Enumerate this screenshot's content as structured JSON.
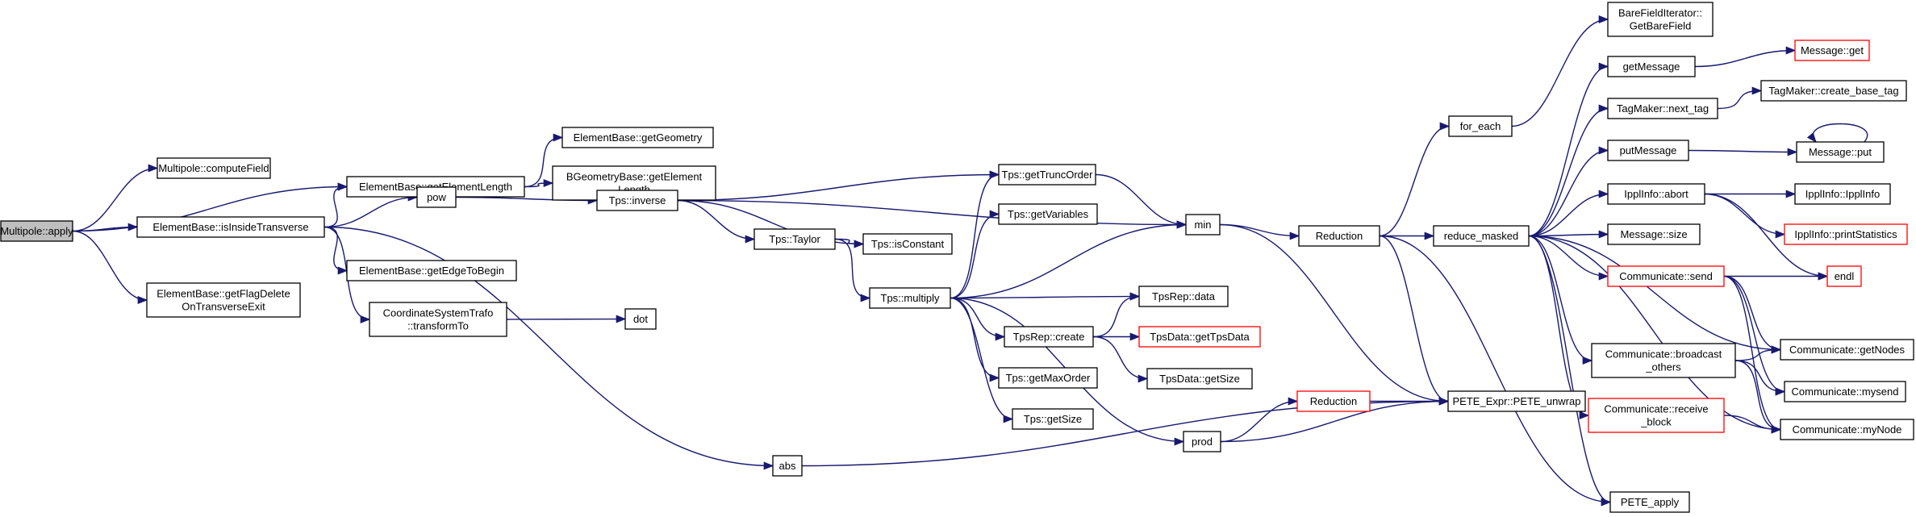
{
  "colors": {
    "edge": "#191970",
    "root_fill": "#bfbfbf",
    "truncated_border": "#ff0000",
    "node_border": "#000000"
  },
  "nodes": [
    {
      "id": "mp_apply",
      "lines": [
        "Multipole::apply"
      ],
      "style": "root"
    },
    {
      "id": "mp_compute",
      "lines": [
        "Multipole::computeField"
      ]
    },
    {
      "id": "eb_getLength",
      "lines": [
        "ElementBase::getElementLength"
      ]
    },
    {
      "id": "eb_inside",
      "lines": [
        "ElementBase::isInsideTransverse"
      ]
    },
    {
      "id": "eb_flag",
      "lines": [
        "ElementBase::getFlagDelete",
        "OnTransverseExit"
      ]
    },
    {
      "id": "eb_geom",
      "lines": [
        "ElementBase::getGeometry"
      ]
    },
    {
      "id": "bgeom_len",
      "lines": [
        "BGeometryBase::getElement",
        "Length"
      ]
    },
    {
      "id": "pow",
      "lines": [
        "pow"
      ]
    },
    {
      "id": "eb_edge",
      "lines": [
        "ElementBase::getEdgeToBegin"
      ]
    },
    {
      "id": "cst",
      "lines": [
        "CoordinateSystemTrafo",
        "::transformTo"
      ]
    },
    {
      "id": "dot",
      "lines": [
        "dot"
      ]
    },
    {
      "id": "abs",
      "lines": [
        "abs"
      ]
    },
    {
      "id": "tps_inverse",
      "lines": [
        "Tps::inverse"
      ]
    },
    {
      "id": "tps_taylor",
      "lines": [
        "Tps::Taylor"
      ]
    },
    {
      "id": "tps_multiply",
      "lines": [
        "Tps::multiply"
      ]
    },
    {
      "id": "tps_trunc",
      "lines": [
        "Tps::getTruncOrder"
      ]
    },
    {
      "id": "tps_vars",
      "lines": [
        "Tps::getVariables"
      ]
    },
    {
      "id": "tps_const",
      "lines": [
        "Tps::isConstant"
      ]
    },
    {
      "id": "tpsrep_create",
      "lines": [
        "TpsRep::create"
      ]
    },
    {
      "id": "tps_maxorder",
      "lines": [
        "Tps::getMaxOrder"
      ]
    },
    {
      "id": "tps_size",
      "lines": [
        "Tps::getSize"
      ]
    },
    {
      "id": "min",
      "lines": [
        "min"
      ]
    },
    {
      "id": "tpsrep_data",
      "lines": [
        "TpsRep::data"
      ]
    },
    {
      "id": "tpsdata_get",
      "lines": [
        "TpsData::getTpsData"
      ],
      "style": "trunc"
    },
    {
      "id": "tpsdata_size",
      "lines": [
        "TpsData::getSize"
      ]
    },
    {
      "id": "prod",
      "lines": [
        "prod"
      ]
    },
    {
      "id": "reduction1",
      "lines": [
        "Reduction"
      ]
    },
    {
      "id": "reduction2",
      "lines": [
        "Reduction"
      ],
      "style": "trunc"
    },
    {
      "id": "pete_unwrap",
      "lines": [
        "PETE_Expr::PETE_unwrap"
      ]
    },
    {
      "id": "for_each",
      "lines": [
        "for_each"
      ]
    },
    {
      "id": "reduce_masked",
      "lines": [
        "reduce_masked"
      ]
    },
    {
      "id": "bfi",
      "lines": [
        "BareFieldIterator::",
        "GetBareField"
      ]
    },
    {
      "id": "getMessage",
      "lines": [
        "getMessage"
      ]
    },
    {
      "id": "tag_next",
      "lines": [
        "TagMaker::next_tag"
      ]
    },
    {
      "id": "putMessage",
      "lines": [
        "putMessage"
      ]
    },
    {
      "id": "ippl_abort",
      "lines": [
        "IpplInfo::abort"
      ]
    },
    {
      "id": "msg_size",
      "lines": [
        "Message::size"
      ]
    },
    {
      "id": "comm_send",
      "lines": [
        "Communicate::send"
      ],
      "style": "trunc"
    },
    {
      "id": "comm_bcast",
      "lines": [
        "Communicate::broadcast",
        "_others"
      ]
    },
    {
      "id": "comm_recv",
      "lines": [
        "Communicate::receive",
        "_block"
      ],
      "style": "trunc"
    },
    {
      "id": "pete_apply",
      "lines": [
        "PETE_apply"
      ]
    },
    {
      "id": "msg_get",
      "lines": [
        "Message::get"
      ],
      "style": "trunc"
    },
    {
      "id": "tag_base",
      "lines": [
        "TagMaker::create_base_tag"
      ]
    },
    {
      "id": "msg_put",
      "lines": [
        "Message::put"
      ]
    },
    {
      "id": "ippl_info",
      "lines": [
        "IpplInfo::IpplInfo"
      ]
    },
    {
      "id": "ippl_stats",
      "lines": [
        "IpplInfo::printStatistics"
      ],
      "style": "trunc"
    },
    {
      "id": "endl",
      "lines": [
        "endl"
      ],
      "style": "trunc"
    },
    {
      "id": "comm_nodes",
      "lines": [
        "Communicate::getNodes"
      ]
    },
    {
      "id": "comm_mysend",
      "lines": [
        "Communicate::mysend"
      ]
    },
    {
      "id": "comm_mynode",
      "lines": [
        "Communicate::myNode"
      ]
    }
  ],
  "edges": [
    [
      "mp_apply",
      "mp_compute"
    ],
    [
      "mp_apply",
      "eb_getLength"
    ],
    [
      "mp_apply",
      "eb_inside"
    ],
    [
      "mp_apply",
      "eb_flag"
    ],
    [
      "eb_inside",
      "eb_getLength"
    ],
    [
      "eb_inside",
      "pow"
    ],
    [
      "eb_inside",
      "eb_edge"
    ],
    [
      "eb_inside",
      "cst"
    ],
    [
      "eb_inside",
      "abs"
    ],
    [
      "eb_getLength",
      "eb_geom"
    ],
    [
      "eb_getLength",
      "bgeom_len"
    ],
    [
      "pow",
      "tps_inverse"
    ],
    [
      "cst",
      "dot"
    ],
    [
      "abs",
      "pete_unwrap"
    ],
    [
      "tps_inverse",
      "min"
    ],
    [
      "tps_inverse",
      "tps_trunc"
    ],
    [
      "tps_inverse",
      "tps_const"
    ],
    [
      "tps_inverse",
      "tps_taylor"
    ],
    [
      "tps_taylor",
      "tps_const"
    ],
    [
      "tps_taylor",
      "tps_multiply"
    ],
    [
      "tps_multiply",
      "tps_trunc"
    ],
    [
      "tps_multiply",
      "tps_vars"
    ],
    [
      "tps_multiply",
      "min"
    ],
    [
      "tps_multiply",
      "tpsrep_data"
    ],
    [
      "tps_multiply",
      "tpsrep_create"
    ],
    [
      "tps_multiply",
      "tps_maxorder"
    ],
    [
      "tps_multiply",
      "tps_size"
    ],
    [
      "tps_multiply",
      "prod"
    ],
    [
      "tps_trunc",
      "min"
    ],
    [
      "tpsrep_create",
      "tpsrep_data"
    ],
    [
      "tpsrep_create",
      "tpsdata_get"
    ],
    [
      "tpsrep_create",
      "tpsdata_size"
    ],
    [
      "min",
      "reduction1"
    ],
    [
      "min",
      "pete_unwrap"
    ],
    [
      "prod",
      "reduction2"
    ],
    [
      "prod",
      "pete_unwrap"
    ],
    [
      "reduction2",
      "pete_unwrap"
    ],
    [
      "reduction1",
      "for_each"
    ],
    [
      "reduction1",
      "reduce_masked"
    ],
    [
      "reduction1",
      "pete_unwrap"
    ],
    [
      "reduction1",
      "pete_apply"
    ],
    [
      "for_each",
      "bfi"
    ],
    [
      "reduce_masked",
      "getMessage"
    ],
    [
      "reduce_masked",
      "tag_next"
    ],
    [
      "reduce_masked",
      "putMessage"
    ],
    [
      "reduce_masked",
      "ippl_abort"
    ],
    [
      "reduce_masked",
      "msg_size"
    ],
    [
      "reduce_masked",
      "comm_send"
    ],
    [
      "reduce_masked",
      "comm_bcast"
    ],
    [
      "reduce_masked",
      "comm_recv"
    ],
    [
      "reduce_masked",
      "comm_nodes"
    ],
    [
      "reduce_masked",
      "comm_mynode"
    ],
    [
      "reduce_masked",
      "pete_apply"
    ],
    [
      "getMessage",
      "msg_get"
    ],
    [
      "tag_next",
      "tag_base"
    ],
    [
      "putMessage",
      "msg_put"
    ],
    [
      "msg_put",
      "msg_put"
    ],
    [
      "ippl_abort",
      "ippl_info"
    ],
    [
      "ippl_abort",
      "ippl_stats"
    ],
    [
      "ippl_abort",
      "endl"
    ],
    [
      "comm_send",
      "endl"
    ],
    [
      "comm_send",
      "comm_nodes"
    ],
    [
      "comm_send",
      "comm_mysend"
    ],
    [
      "comm_send",
      "comm_mynode"
    ],
    [
      "comm_bcast",
      "comm_nodes"
    ],
    [
      "comm_bcast",
      "comm_mysend"
    ],
    [
      "comm_bcast",
      "comm_mynode"
    ],
    [
      "comm_recv",
      "comm_mynode"
    ]
  ]
}
